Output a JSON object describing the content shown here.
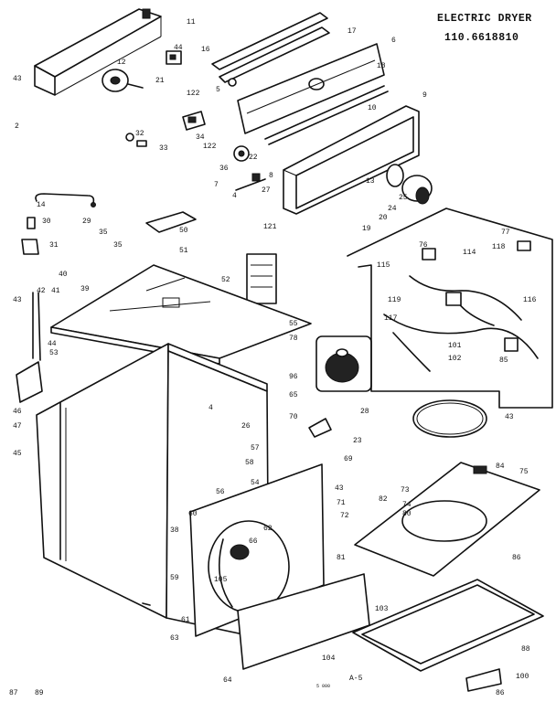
{
  "title": {
    "line1": "ELECTRIC DRYER",
    "line2": "110.6618810"
  },
  "page_ref": "A-5",
  "footnote": "5 000",
  "part_labels": [
    "11",
    "2",
    "43",
    "12",
    "21",
    "44",
    "16",
    "17",
    "18",
    "5",
    "6",
    "9",
    "10",
    "122",
    "32",
    "33",
    "34",
    "122",
    "36",
    "7",
    "4",
    "27",
    "22",
    "8",
    "13",
    "25",
    "24",
    "19",
    "20",
    "14",
    "30",
    "29",
    "31",
    "121",
    "35",
    "35",
    "50",
    "51",
    "52",
    "39",
    "40",
    "41",
    "42",
    "43",
    "44",
    "46",
    "47",
    "45",
    "53",
    "55",
    "96",
    "65",
    "70",
    "78",
    "28",
    "23",
    "4",
    "26",
    "57",
    "58",
    "54",
    "56",
    "60",
    "62",
    "66",
    "105",
    "38",
    "59",
    "61",
    "63",
    "64",
    "69",
    "43",
    "71",
    "72",
    "73",
    "74",
    "80",
    "81",
    "82",
    "84",
    "75",
    "86",
    "88",
    "100",
    "103",
    "104",
    "76",
    "77",
    "118",
    "119",
    "114",
    "115",
    "116",
    "117",
    "101",
    "102",
    "85",
    "43",
    "86",
    "87",
    "89"
  ]
}
